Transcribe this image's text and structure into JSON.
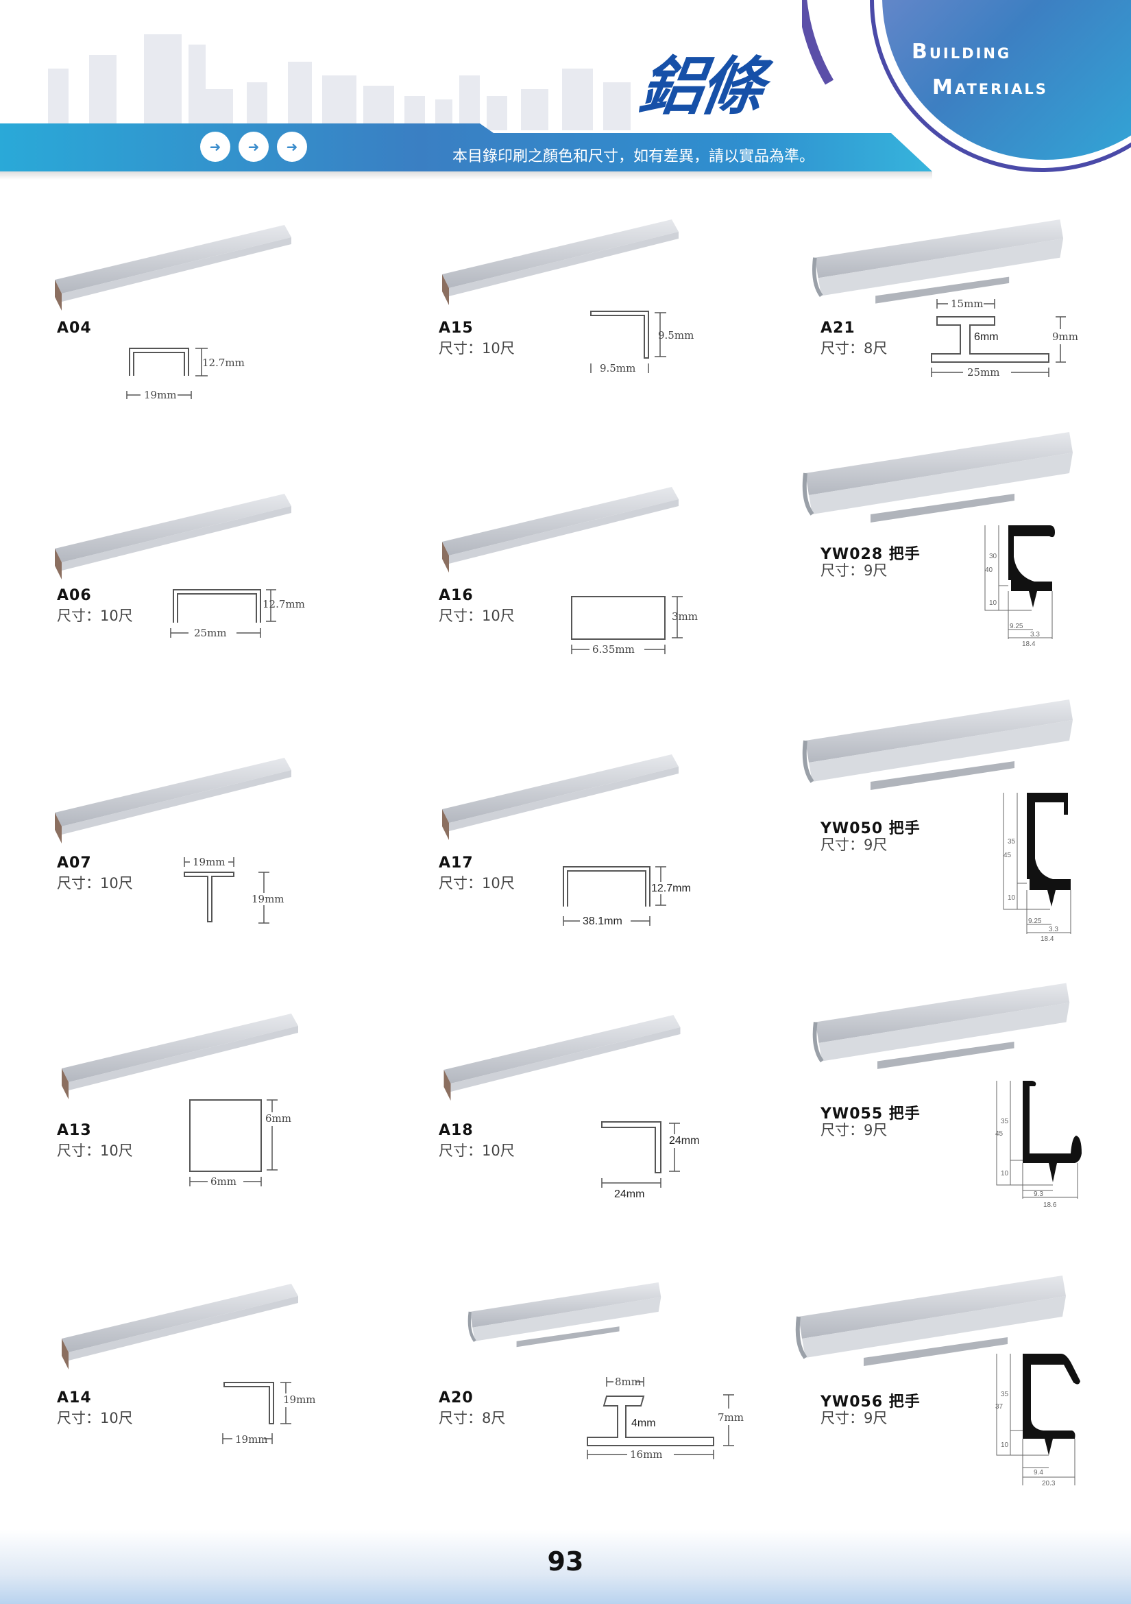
{
  "header": {
    "category_title": "鋁條",
    "brand_line1": "Building",
    "brand_line2": "Materials",
    "notice": "本目錄印刷之顏色和尺寸，如有差異，請以實品為準。",
    "nav_icons": [
      "arrow-right-icon",
      "arrow-right-icon",
      "arrow-right-icon"
    ]
  },
  "colors": {
    "brand_blue": "#1650a8",
    "band": "#3a7fc3",
    "accent_purple": "#5b4fa8"
  },
  "products": {
    "A04": {
      "name": "A04",
      "dims": [
        "19mm",
        "12.7mm"
      ]
    },
    "A15": {
      "name": "A15",
      "size": "尺寸：10尺",
      "dims": [
        "9.5mm",
        "9.5mm"
      ]
    },
    "A21": {
      "name": "A21",
      "size": "尺寸：8尺",
      "dims": [
        "15mm",
        "6mm",
        "9mm",
        "25mm"
      ]
    },
    "A06": {
      "name": "A06",
      "size": "尺寸：10尺",
      "dims": [
        "25mm",
        "12.7mm"
      ]
    },
    "A16": {
      "name": "A16",
      "size": "尺寸：10尺",
      "dims": [
        "6.35mm",
        "3mm"
      ]
    },
    "YW028": {
      "name": "YW028 把手",
      "size": "尺寸：9尺",
      "dims": [
        "40",
        "30",
        "10",
        "9.25",
        "3.3",
        "18.4"
      ]
    },
    "A07": {
      "name": "A07",
      "size": "尺寸：10尺",
      "dims": [
        "19mm",
        "19mm"
      ]
    },
    "A17": {
      "name": "A17",
      "size": "尺寸：10尺",
      "dims": [
        "38.1mm",
        "12.7mm"
      ]
    },
    "YW050": {
      "name": "YW050 把手",
      "size": "尺寸：9尺",
      "dims": [
        "45",
        "35",
        "10",
        "9.25",
        "3.3",
        "18.4"
      ]
    },
    "A13": {
      "name": "A13",
      "size": "尺寸：10尺",
      "dims": [
        "6mm",
        "6mm"
      ]
    },
    "A18": {
      "name": "A18",
      "size": "尺寸：10尺",
      "dims": [
        "24mm",
        "24mm"
      ]
    },
    "YW055": {
      "name": "YW055 把手",
      "size": "尺寸：9尺",
      "dims": [
        "45",
        "35",
        "10",
        "9.3",
        "18.6"
      ]
    },
    "A14": {
      "name": "A14",
      "size": "尺寸：10尺",
      "dims": [
        "19mm",
        "19mm"
      ]
    },
    "A20": {
      "name": "A20",
      "size": "尺寸：8尺",
      "dims": [
        "8mm",
        "4mm",
        "7mm",
        "16mm"
      ]
    },
    "YW056": {
      "name": "YW056 把手",
      "size": "尺寸：9尺",
      "dims": [
        "37",
        "35",
        "10",
        "9.4",
        "20.3"
      ]
    }
  },
  "page_number": "93"
}
